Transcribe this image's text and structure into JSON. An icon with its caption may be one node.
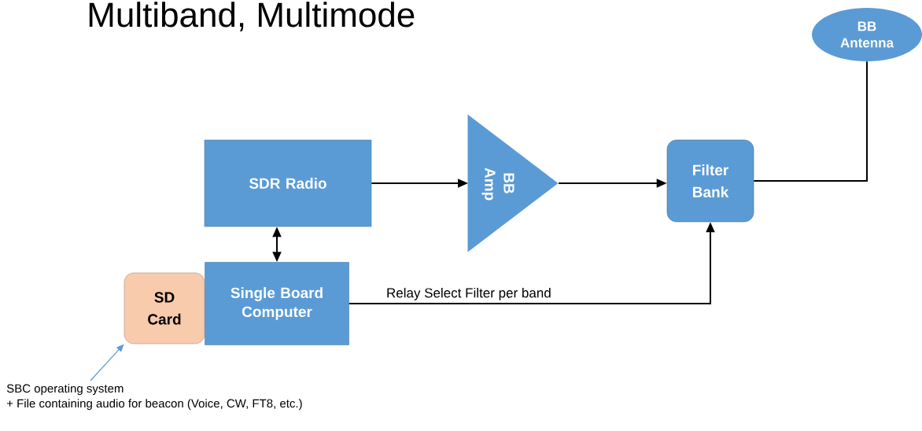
{
  "diagram": {
    "title": "Multiband, Multimode",
    "nodes": [
      {
        "text": [
          "SDR Radio"
        ]
      },
      {
        "text": [
          "BB Amp"
        ]
      },
      {
        "text": [
          "Filter Bank"
        ]
      },
      {
        "text": [
          "BB Antenna"
        ]
      },
      {
        "text": [
          "SD Card"
        ]
      },
      {
        "text": [
          "Single Board Computer"
        ]
      },
      {
        "text": [
          "SBC operating system",
          "+ File containing audio for beacon (Voice, CW, FT8, etc.)"
        ]
      }
    ],
    "edges": [
      {
        "from": 0,
        "to": 1,
        "arrow": "to"
      },
      {
        "from": 1,
        "to": 2,
        "arrow": "to"
      },
      {
        "from": 2,
        "to": 3,
        "arrow": "none"
      },
      {
        "from": 0,
        "to": 5,
        "arrow": "both"
      },
      {
        "from": 5,
        "to": 2,
        "arrow": "to",
        "label": "Relay Select Filter per band"
      },
      {
        "from": 6,
        "to": 4,
        "arrow": "to",
        "color": "#5b9bd5"
      }
    ]
  }
}
